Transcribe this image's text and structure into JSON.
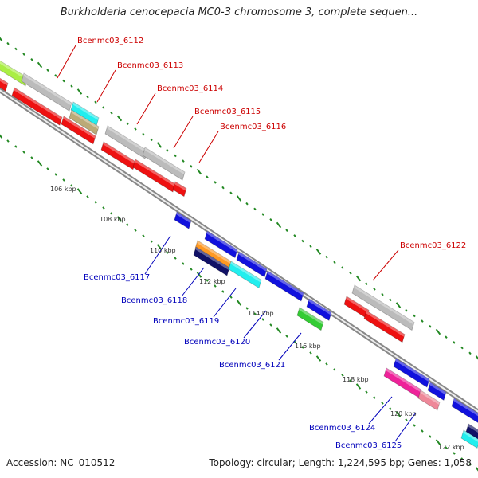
{
  "title": "Burkholderia cenocepacia MC0-3 chromosome 3, complete sequen...",
  "footer": {
    "accession": "Accession: NC_010512",
    "info": "Topology: circular; Length: 1,224,595 bp; Genes: 1,058"
  },
  "colors": {
    "forward_label": "#cc0000",
    "reverse_label": "#0000bb",
    "feature_red": "#ee1111",
    "feature_blue": "#1111dd",
    "feature_gray": "#bbbbbb",
    "feature_cyan": "#22eeee",
    "feature_green": "#33cc33",
    "feature_magenta": "#ee2299",
    "feature_pink": "#ee8899",
    "feature_lime": "#aaee44",
    "feature_olive": "#bbaa77",
    "feature_orange": "#ff9922",
    "feature_navy": "#111166",
    "backbone": "#777777",
    "tick_marks": "#228822"
  },
  "scale_labels": [
    "106 kbp",
    "108 kbp",
    "110 kbp",
    "112 kbp",
    "114 kbp",
    "116 kbp",
    "118 kbp",
    "120 kbp",
    "122 kbp"
  ],
  "forward_genes": [
    "Bcenmc03_6112",
    "Bcenmc03_6113",
    "Bcenmc03_6114",
    "Bcenmc03_6115",
    "Bcenmc03_6116",
    "Bcenmc03_6122"
  ],
  "reverse_genes": [
    "Bcenmc03_6117",
    "Bcenmc03_6118",
    "Bcenmc03_6119",
    "Bcenmc03_6120",
    "Bcenmc03_6121",
    "Bcenmc03_6124",
    "Bcenmc03_6125"
  ]
}
